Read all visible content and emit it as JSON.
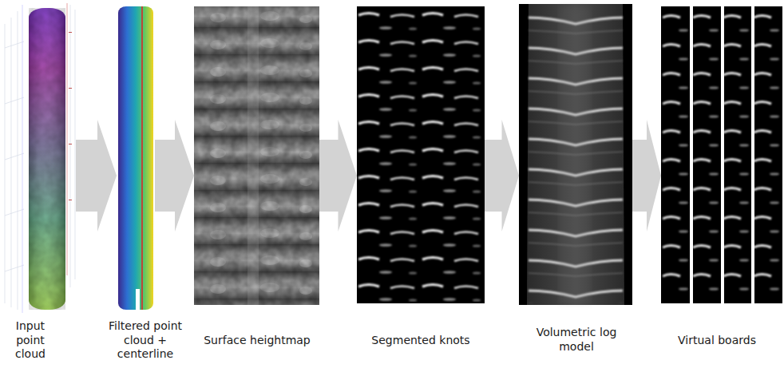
{
  "diagram": {
    "nodes": [
      {
        "text": [
          "Input point cloud"
        ]
      },
      {
        "text": [
          "Filtered point cloud + centerline"
        ]
      },
      {
        "text": [
          "Surface heightmap"
        ]
      },
      {
        "text": [
          "Segmented knots"
        ]
      },
      {
        "text": [
          "Volumetric log model"
        ]
      },
      {
        "text": [
          "Virtual boards"
        ]
      }
    ],
    "edges": [
      {
        "from": 0,
        "to": 1,
        "arrow": "to"
      },
      {
        "from": 1,
        "to": 2,
        "arrow": "to"
      },
      {
        "from": 2,
        "to": 3,
        "arrow": "to"
      },
      {
        "from": 3,
        "to": 4,
        "arrow": "to"
      },
      {
        "from": 4,
        "to": 5,
        "arrow": "to"
      }
    ]
  }
}
